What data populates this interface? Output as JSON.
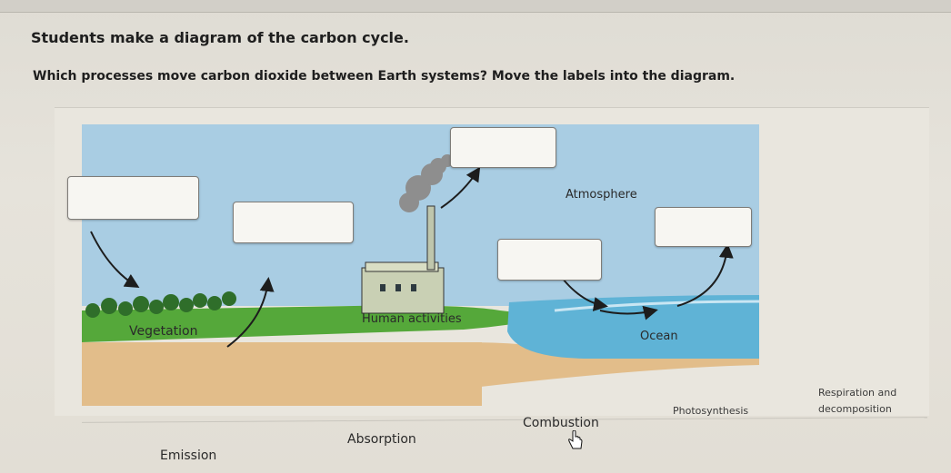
{
  "title": "Students make a diagram of the carbon cycle.",
  "question": "Which processes move carbon dioxide between Earth systems? Move the labels into the diagram.",
  "diagram": {
    "labels": {
      "atmosphere": "Atmosphere",
      "vegetation": "Vegetation",
      "human": "Human activities",
      "ocean": "Ocean"
    }
  },
  "choices": [
    {
      "label": "Emission"
    },
    {
      "label": "Absorption"
    },
    {
      "label": "Combustion"
    },
    {
      "label": "Photosynthesis"
    },
    {
      "label": "Respiration and",
      "label2": "decomposition"
    }
  ],
  "colors": {
    "sky": "#a9cde3",
    "land": "#e2bd8a",
    "grass": "#55a83a",
    "ocean": "#5fb3d6",
    "smoke": "#8e8e8e",
    "tree": "#2f6e2a",
    "arrow": "#1d1d1d"
  }
}
